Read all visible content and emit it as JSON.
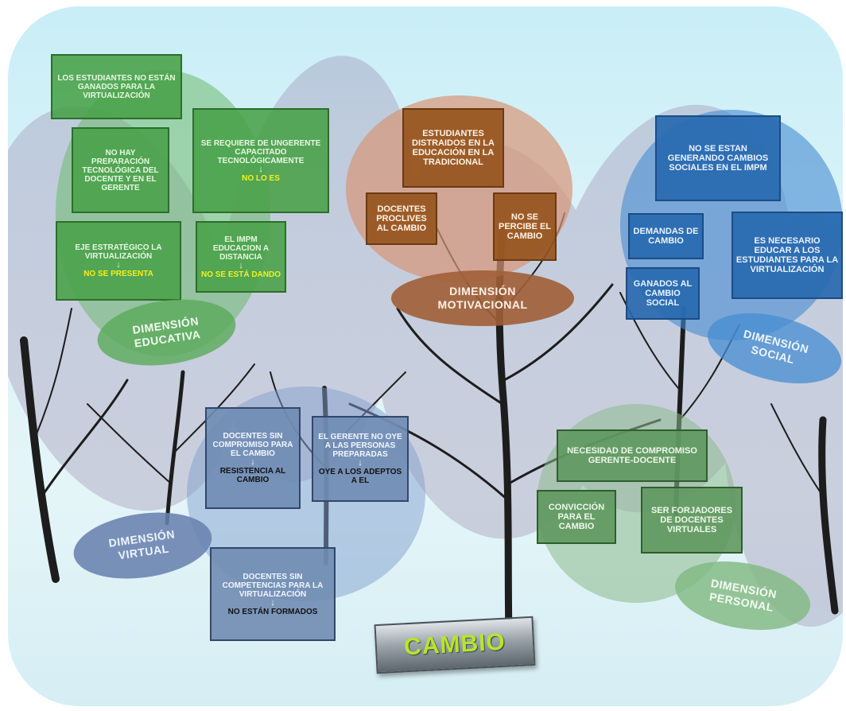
{
  "colors": {
    "green": "#48a048",
    "orange": "#965520",
    "blue": "#2869af",
    "virtual": "#708cb2",
    "personal": "#5c965c",
    "accent_yellow": "#f4f020",
    "cambio_text": "#b7e52b"
  },
  "dimensions": {
    "educativa": "DIMENSIÓN EDUCATIVA",
    "motivacional": "DIMENSIÓN MOTIVACIONAL",
    "social": "DIMENSIÓN SOCIAL",
    "virtual": "DIMENSIÓN VIRTUAL",
    "personal": "DIMENSIÓN PERSONAL"
  },
  "center": {
    "label": "CAMBIO"
  },
  "educativa": {
    "b1": "LOS ESTUDIANTES NO ESTÁN GANADOS PARA LA VIRTUALIZACIÓN",
    "b2": "NO HAY PREPARACIÓN TECNOLÓGICA DEL DOCENTE Y EN EL GERENTE",
    "b3": {
      "text": "SE REQUIERE DE UNGERENTE CAPACITADO TECNOLÓGICAMENTE",
      "result": "NO LO ES"
    },
    "b4": {
      "text": "EJE ESTRATÉGICO LA VIRTUALIZACIÓN",
      "result": "NO SE PRESENTA"
    },
    "b5": {
      "text": "EL IMPM EDUCACION A DISTANCIA",
      "result": "NO SE ESTÁ DANDO"
    }
  },
  "motivacional": {
    "b1": "ESTUDIANTES DISTRAIDOS EN LA EDUCACIÓN EN LA TRADICIONAL",
    "b2": "DOCENTES PROCLIVES AL CAMBIO",
    "b3": "NO SE PERCIBE EL CAMBIO"
  },
  "social": {
    "b1": "NO SE ESTAN GENERANDO CAMBIOS SOCIALES EN EL IMPM",
    "b2": "DEMANDAS DE CAMBIO",
    "b3": "GANADOS AL CAMBIO SOCIAL",
    "b4": "ES NECESARIO EDUCAR A LOS ESTUDIANTES PARA LA VIRTUALIZACIÓN"
  },
  "virtual": {
    "b1": {
      "text": "DOCENTES SIN COMPROMISO PARA EL CAMBIO",
      "result": "RESISTENCIA AL CAMBIO"
    },
    "b2": {
      "text": "EL GERENTE NO OYE A LAS PERSONAS PREPARADAS",
      "result": "OYE A LOS ADEPTOS A EL"
    },
    "b3": {
      "text": "DOCENTES SIN COMPETENCIAS PARA LA VIRTUALIZACIÓN",
      "result": "NO ESTÁN FORMADOS"
    }
  },
  "personal": {
    "b1": "NECESIDAD DE COMPROMISO GERENTE-DOCENTE",
    "b2": "CONVICCIÓN PARA EL CAMBIO",
    "b3": "SER FORJADORES DE DOCENTES VIRTUALES"
  },
  "arrow_glyph": "↓"
}
